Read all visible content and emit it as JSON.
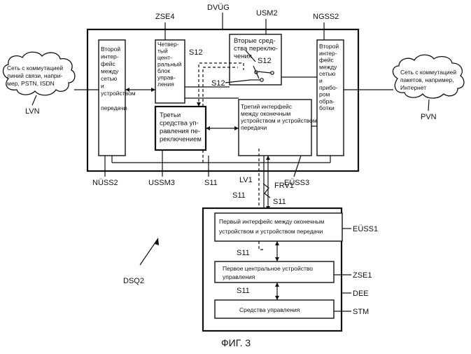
{
  "labels": {
    "dvug": "DVÜG",
    "zse4": "ZSE4",
    "usm2": "USM2",
    "ngss2": "NGSS2",
    "nuss2": "NÜSS2",
    "ussm3": "USSM3",
    "s11_a": "S11",
    "euss3": "EÜSS3",
    "lv1": "LV1",
    "frv1": "FRV1",
    "s11_b": "S11",
    "s11_c": "S11",
    "euss1": "EÜSS1",
    "s11_d": "S11",
    "zse1": "ZSE1",
    "s11_e": "S11",
    "dee": "DEE",
    "stm": "STM",
    "dsq2": "DSQ2",
    "lvn": "LVN",
    "pvn": "PVN",
    "s12_a": "S12",
    "s12_b": "S12",
    "s12_c": "S12",
    "fig": "ФИГ. 3"
  },
  "blocks": {
    "nuss2_text": [
      "Второй",
      "интер-",
      "фейс",
      "между",
      "сетью",
      "и",
      "устройством",
      "",
      "передачи"
    ],
    "zse4_text": [
      "Четвер-",
      "тый",
      "цент-",
      "ральный",
      "блок",
      "управ-",
      "ления"
    ],
    "usm2_text": [
      "Вторые сред-",
      "ства переклю-",
      "чения"
    ],
    "ussm3_text": [
      "Третьи",
      "средства уп-",
      "равления пе-",
      "реключением"
    ],
    "euss3_text": [
      "Третий интерфейс",
      "между оконечным",
      "устройством и устройством",
      "передачи"
    ],
    "ngss2_text": [
      "Второй",
      "интер-",
      "фейс",
      "между",
      "сетью",
      "и",
      "прибо-",
      "ром",
      "обра-",
      "ботки"
    ],
    "euss1_text": [
      "Первый интерфейс между оконечным",
      "устройством и устройством    передачи"
    ],
    "zse1_text": [
      "Первое центральное устройство",
      "управления"
    ],
    "stm_text": [
      "Средства  управления"
    ]
  },
  "clouds": {
    "lvn_text": [
      "Сеть с    коммутацией",
      "линий связи, напри-",
      "мер, PSTN, ISDN"
    ],
    "pvn_text": [
      "Сеть с коммутацией",
      "пакетов, например,",
      "Интернет"
    ]
  }
}
